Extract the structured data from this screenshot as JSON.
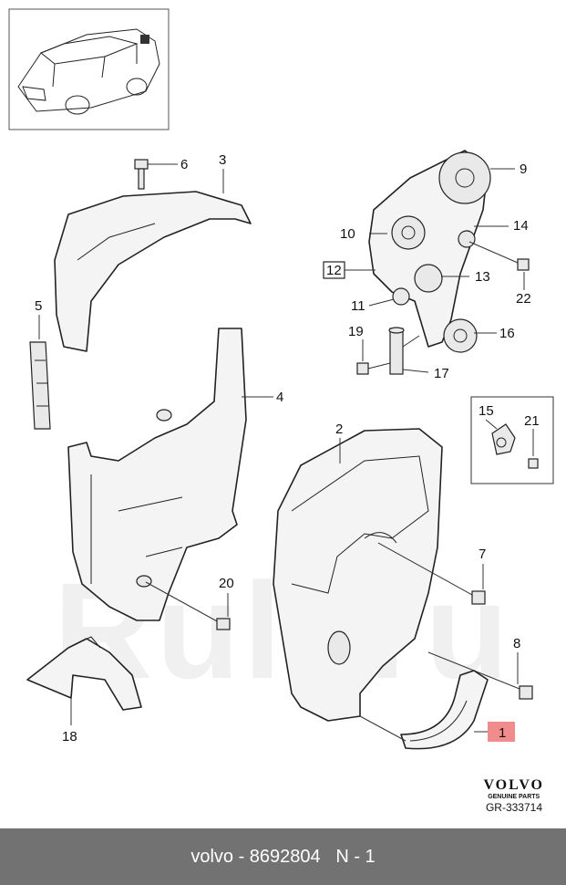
{
  "callouts": {
    "c1": "1",
    "c2": "2",
    "c3": "3",
    "c4": "4",
    "c5": "5",
    "c6": "6",
    "c7": "7",
    "c8": "8",
    "c9": "9",
    "c10": "10",
    "c11": "11",
    "c12": "12",
    "c13": "13",
    "c14": "14",
    "c15": "15",
    "c16": "16",
    "c17": "17",
    "c18": "18",
    "c19": "19",
    "c20": "20",
    "c21": "21",
    "c22": "22"
  },
  "highlight_color": "#f08c8c",
  "watermark": "Ruli.ru",
  "brand": {
    "name": "VOLVO",
    "subtitle": "GENUINE PARTS"
  },
  "reference": "GR-333714",
  "footer": {
    "part": "volvo - 8692804",
    "sep": "   ",
    "number": "N - 1"
  }
}
